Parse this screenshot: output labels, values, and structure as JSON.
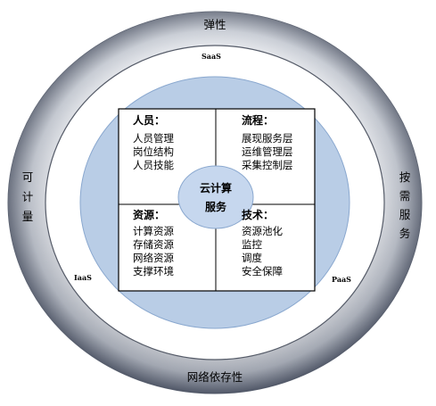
{
  "outer_ring": {
    "top": "弹性",
    "bottom": "网络依存性",
    "left": [
      "可",
      "计",
      "量"
    ],
    "right": [
      "按",
      "需",
      "服",
      "务"
    ]
  },
  "layers": {
    "top": "SaaS",
    "left": "IaaS",
    "right": "PaaS"
  },
  "center": {
    "line1": "云计算",
    "line2": "服务"
  },
  "quadrants": {
    "personnel": {
      "title": "人员：",
      "items": [
        "人员管理",
        "岗位结构",
        "人员技能"
      ]
    },
    "process": {
      "title": "流程：",
      "items": [
        "展现服务层",
        "运维管理层",
        "采集控制层"
      ]
    },
    "resources": {
      "title": "资源：",
      "items": [
        "计算资源",
        "存储资源",
        "网络资源",
        "支撑环境"
      ]
    },
    "technology": {
      "title": "技术：",
      "items": [
        "资源池化",
        "监控",
        "调度",
        "安全保障"
      ]
    }
  },
  "colors": {
    "outer_ring_light": "#e3e6ec",
    "outer_ring_dark": "#5f6676",
    "white_ring": "#ffffff",
    "inner_fill": "#b9cde6",
    "inner_stroke": "#8aa8cf",
    "center_fill": "#c6d7ee"
  }
}
